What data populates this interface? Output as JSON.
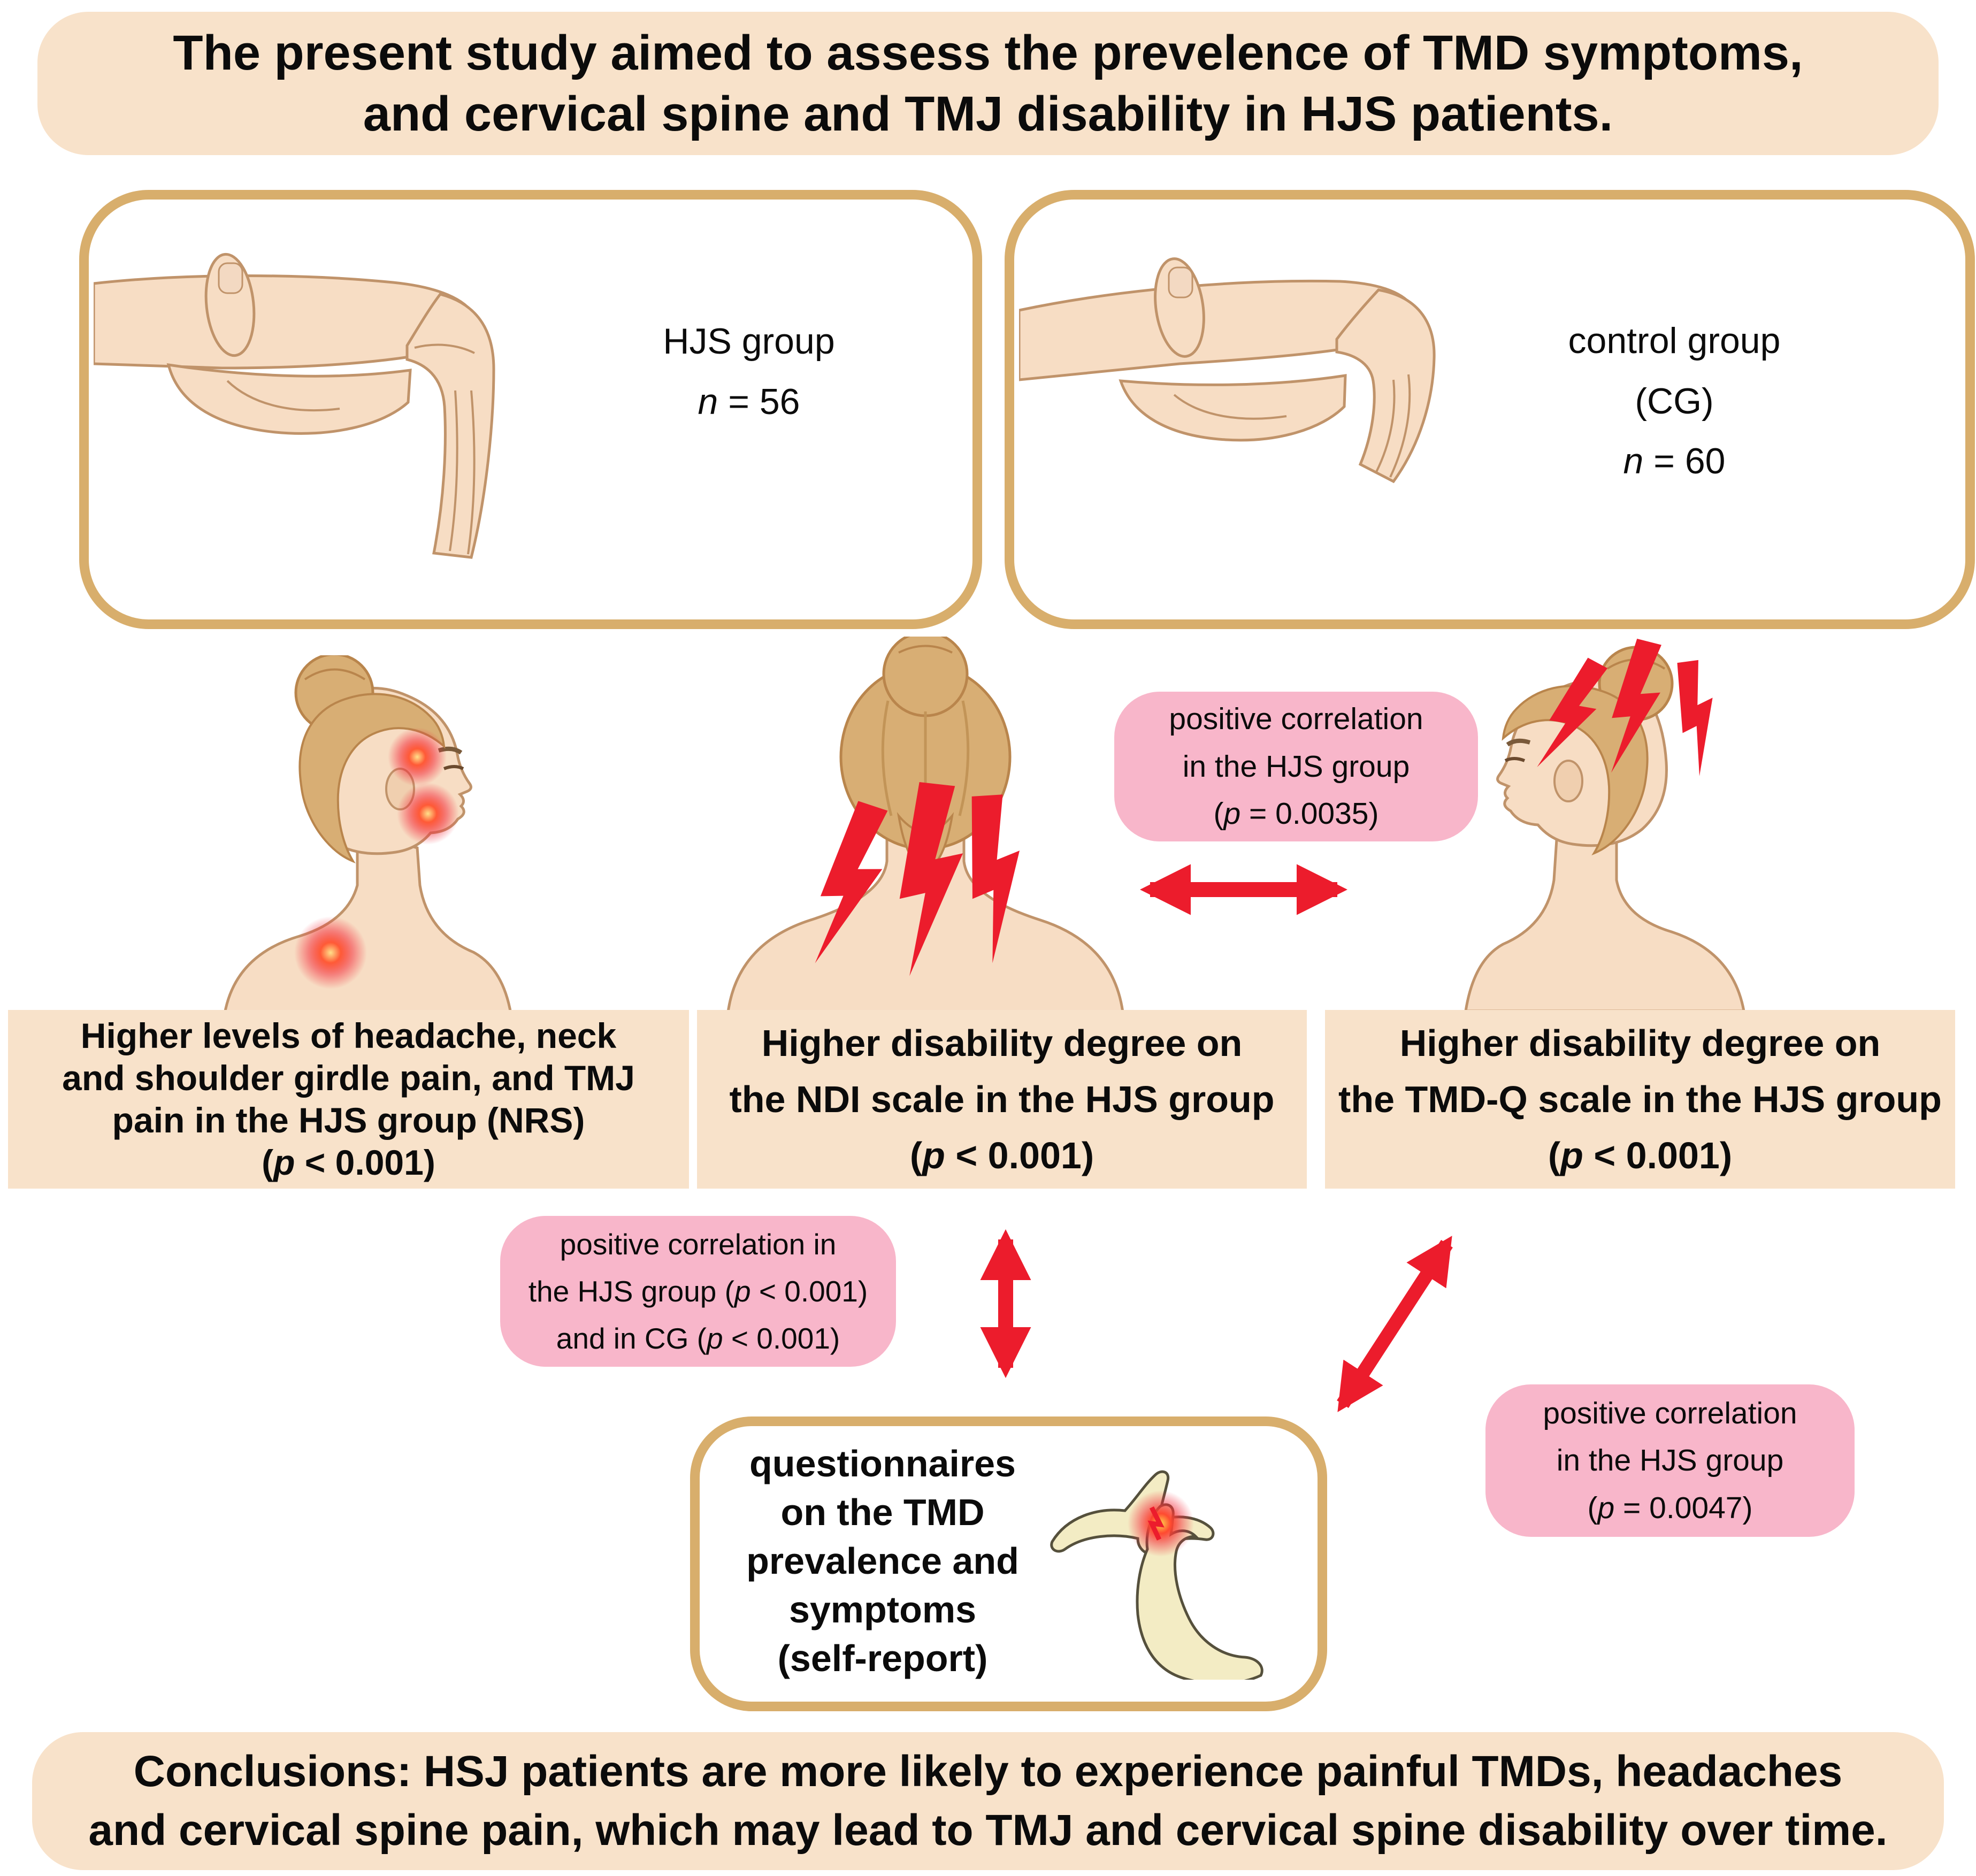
{
  "colors": {
    "banner_peach": "#F8E2CA",
    "badge_pink": "#F8B6CA",
    "frame_tan": "#D8AE6C",
    "arrow_red": "#EC1C2C",
    "skin": "#F7DDC4",
    "hair": "#D8AE74",
    "bone": "#F3ECC4"
  },
  "title_banner": {
    "line1": "The present study aimed to assess the prevelence of TMD symptoms,",
    "line2": "and cervical spine and TMJ disability in HJS patients."
  },
  "hjs_box": {
    "label": "HJS group",
    "n": [
      {
        "t": "n",
        "i": true
      },
      {
        "t": " = 56"
      }
    ]
  },
  "control_box": {
    "label": "control group",
    "abbr": "(CG)",
    "n": [
      {
        "t": "n",
        "i": true
      },
      {
        "t": " = 60"
      }
    ]
  },
  "correlation_top": {
    "line1": "positive correlation",
    "line2": "in the HJS group",
    "line3": [
      {
        "t": "("
      },
      {
        "t": "p",
        "i": true
      },
      {
        "t": " = 0.0035)"
      }
    ]
  },
  "finding_left": {
    "line1": "Higher levels of headache, neck",
    "line2": "and shoulder girdle pain, and TMJ",
    "line3": "pain in the HJS group (NRS)",
    "line4": [
      {
        "t": "("
      },
      {
        "t": "p",
        "i": true
      },
      {
        "t": " < 0.001)"
      }
    ]
  },
  "finding_ndi": {
    "line1": "Higher disability degree on",
    "line2": "the NDI scale in the HJS group",
    "line3": [
      {
        "t": "("
      },
      {
        "t": "p",
        "i": true
      },
      {
        "t": " < 0.001)"
      }
    ]
  },
  "finding_tmdq": {
    "line1": "Higher disability degree on",
    "line2": "the TMD-Q scale in the HJS group",
    "line3": [
      {
        "t": "("
      },
      {
        "t": "p",
        "i": true
      },
      {
        "t": " < 0.001)"
      }
    ]
  },
  "correlation_left": {
    "line1": "positive correlation in",
    "line2": [
      {
        "t": "the HJS group ("
      },
      {
        "t": "p",
        "i": true
      },
      {
        "t": " < 0.001)"
      }
    ],
    "line3": [
      {
        "t": "and in CG ("
      },
      {
        "t": "p",
        "i": true
      },
      {
        "t": " < 0.001)"
      }
    ]
  },
  "correlation_right": {
    "line1": "positive correlation",
    "line2": "in the HJS group",
    "line3": [
      {
        "t": "("
      },
      {
        "t": "p",
        "i": true
      },
      {
        "t": " = 0.0047)"
      }
    ]
  },
  "questionnaire_box": {
    "line1": "questionnaires",
    "line2": "on the TMD",
    "line3": "prevalence and",
    "line4": "symptoms",
    "line5": "(self-report)"
  },
  "conclusion_banner": {
    "line1": "Conclusions: HSJ patients are more likely to experience painful TMDs, headaches",
    "line2": "and cervical spine pain, which may lead to TMJ and cervical spine disability over time."
  },
  "illustrations": {
    "hjs_hand": "thumb-to-forearm hypermobility test positive",
    "control_hand": "thumb-to-forearm test negative",
    "woman_left": "woman profile with pain points at temple, jaw and shoulder",
    "woman_center": "woman back view with neck-pain lightning bolts",
    "woman_right": "woman profile with headache lightning bolts",
    "tmj": "temporomandibular joint with pain flash"
  }
}
